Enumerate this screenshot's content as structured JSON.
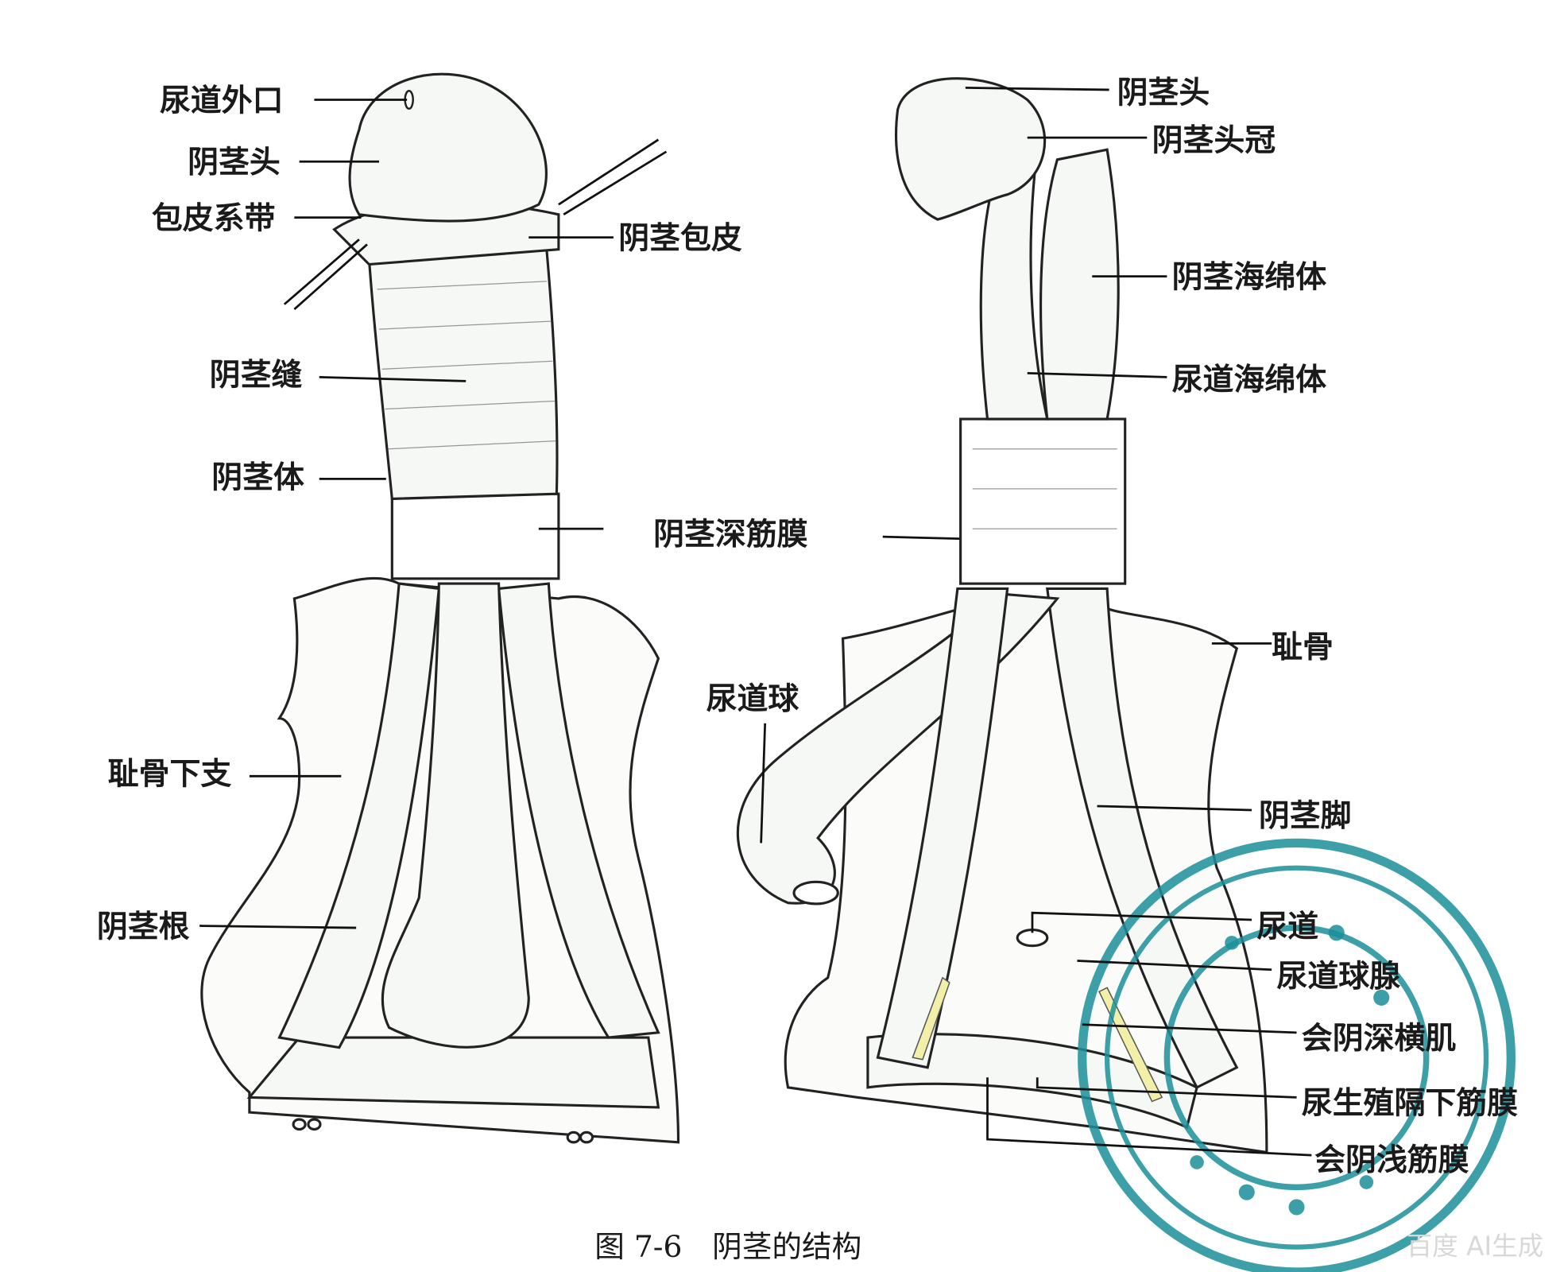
{
  "figure": {
    "left_labels": {
      "urethral_orifice": "尿道外口",
      "glans": "阴茎头",
      "frenulum": "包皮系带",
      "prepuce": "阴茎包皮",
      "raphe": "阴茎缝",
      "body": "阴茎体",
      "deep_fascia": "阴茎深筋膜",
      "inferior_pubic_ramus": "耻骨下支",
      "root": "阴茎根"
    },
    "right_labels": {
      "glans": "阴茎头",
      "corona": "阴茎头冠",
      "corpus_cavernosum": "阴茎海绵体",
      "corpus_spongiosum": "尿道海绵体",
      "pubis": "耻骨",
      "bulb": "尿道球",
      "crus": "阴茎脚",
      "urethra": "尿道",
      "bulbourethral_gland": "尿道球腺",
      "deep_transverse_perineal": "会阴深横肌",
      "inferior_urogenital_fascia": "尿生殖隔下筋膜",
      "superficial_perineal_fascia": "会阴浅筋膜"
    },
    "caption": "图 7-6　阴茎的结构",
    "watermark": "百度 AI生成",
    "colors": {
      "stamp": "#1b8f9a",
      "nerve": "#f2f0a8",
      "ink": "#1a1a1a"
    }
  }
}
